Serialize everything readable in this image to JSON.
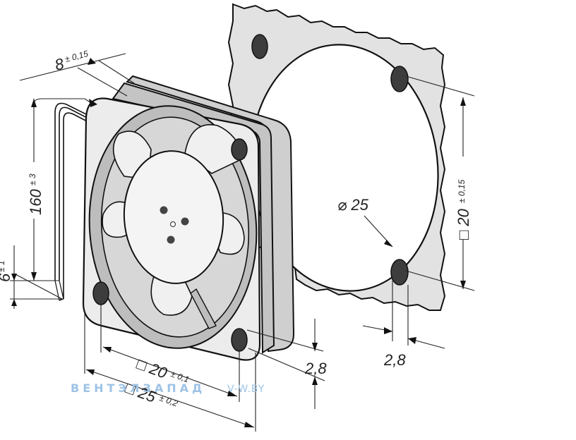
{
  "dimensions": {
    "depth": {
      "value": "8",
      "tol": "± 0,15"
    },
    "cable_length": {
      "value": "160",
      "tol": "± 3"
    },
    "strip_length": {
      "value": "6",
      "tol": "± 1"
    },
    "hole_pitch": {
      "value": "□ 20",
      "tol": "± 0,1"
    },
    "frame_size": {
      "value": "□ 25",
      "tol": "± 0,2"
    },
    "hole_offset_front": {
      "value": "2,8"
    },
    "hole_offset_gasket": {
      "value": "2,8"
    },
    "gasket_pitch": {
      "value": "□ 20",
      "tol": "± 0,15"
    },
    "opening_diameter": {
      "value": "⌀ 25"
    }
  },
  "watermark": {
    "brand": "ВЕНТЭЛЗАПАД",
    "site": "V-W.BY"
  },
  "colors": {
    "line": "#111111",
    "fan": "#e6e6e6",
    "shade": "#b8b8b8",
    "gasket": "#e2e2e2",
    "watermark": "#9ec3e6"
  }
}
